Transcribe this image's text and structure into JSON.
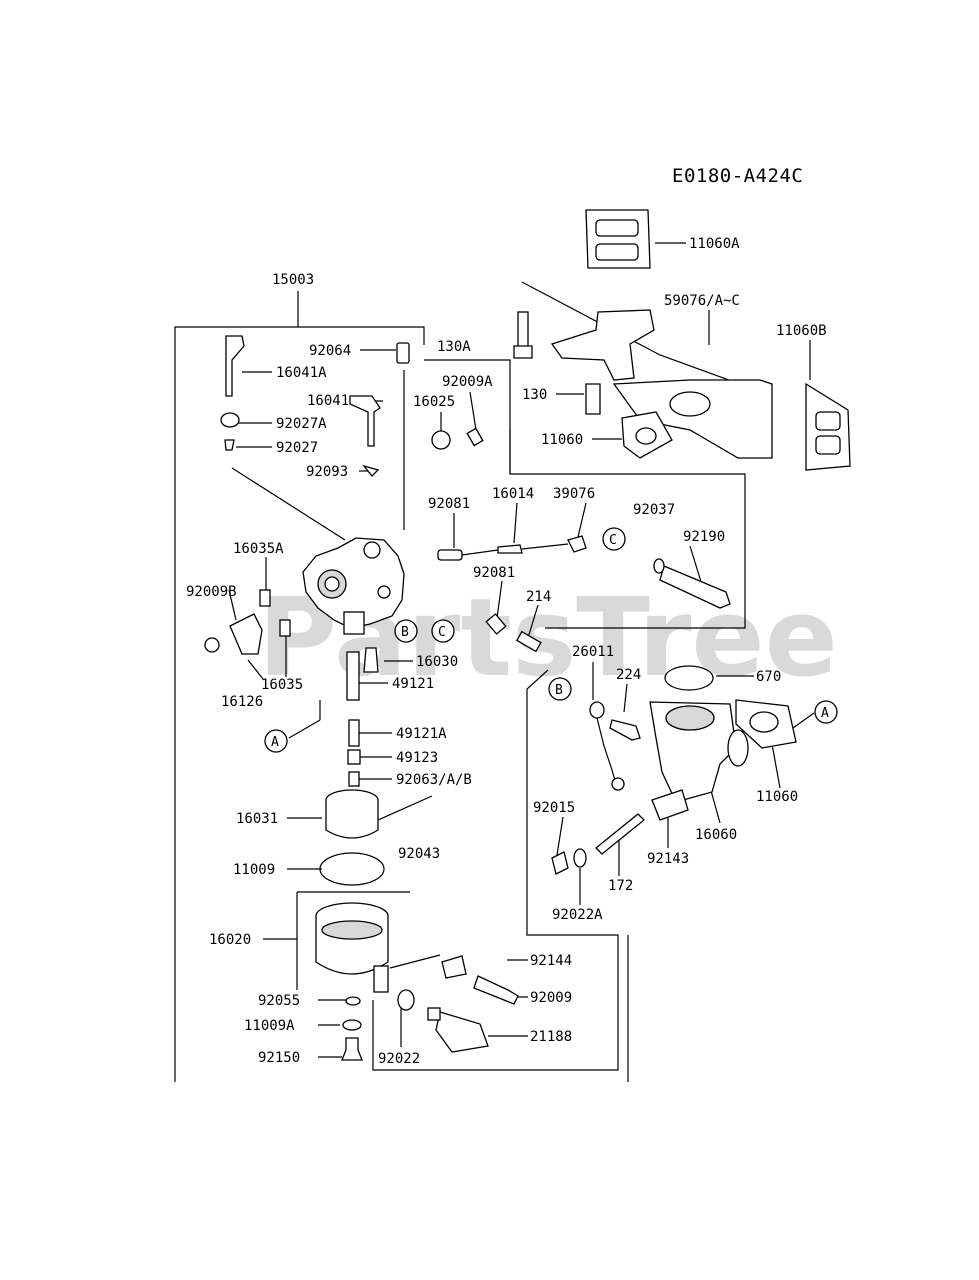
{
  "diagram_code": "E0180-A424C",
  "watermark": "PartsTree",
  "callout_refs": {
    "a": "A",
    "b": "B",
    "c": "C"
  },
  "part_labels": {
    "p15003": "15003",
    "p92064": "92064",
    "p130A": "130A",
    "p16041A": "16041A",
    "p16041": "16041",
    "p92009A": "92009A",
    "p16025": "16025",
    "p92027A": "92027A",
    "p92027": "92027",
    "p92093": "92093",
    "p92081a": "92081",
    "p16014": "16014",
    "p39076": "39076",
    "p92037": "92037",
    "p92190": "92190",
    "p16035A": "16035A",
    "p92009B": "92009B",
    "p92081b": "92081",
    "p214": "214",
    "p16030": "16030",
    "p16035": "16035",
    "p16126": "16126",
    "p49121": "49121",
    "p49121A": "49121A",
    "p49123": "49123",
    "p92063": "92063/A/B",
    "p16031": "16031",
    "p92043": "92043",
    "p11009": "11009",
    "p16020": "16020",
    "p92144": "92144",
    "p92009": "92009",
    "p92055": "92055",
    "p11009A": "11009A",
    "p21188": "21188",
    "p92150": "92150",
    "p92022": "92022",
    "p11060A": "11060A",
    "p59076": "59076/A~C",
    "p11060B": "11060B",
    "p130": "130",
    "p11060": "11060",
    "p26011": "26011",
    "p224": "224",
    "p670": "670",
    "p11060b2": "11060",
    "p92015": "92015",
    "p16060": "16060",
    "p92143": "92143",
    "p172": "172",
    "p92022A": "92022A"
  }
}
